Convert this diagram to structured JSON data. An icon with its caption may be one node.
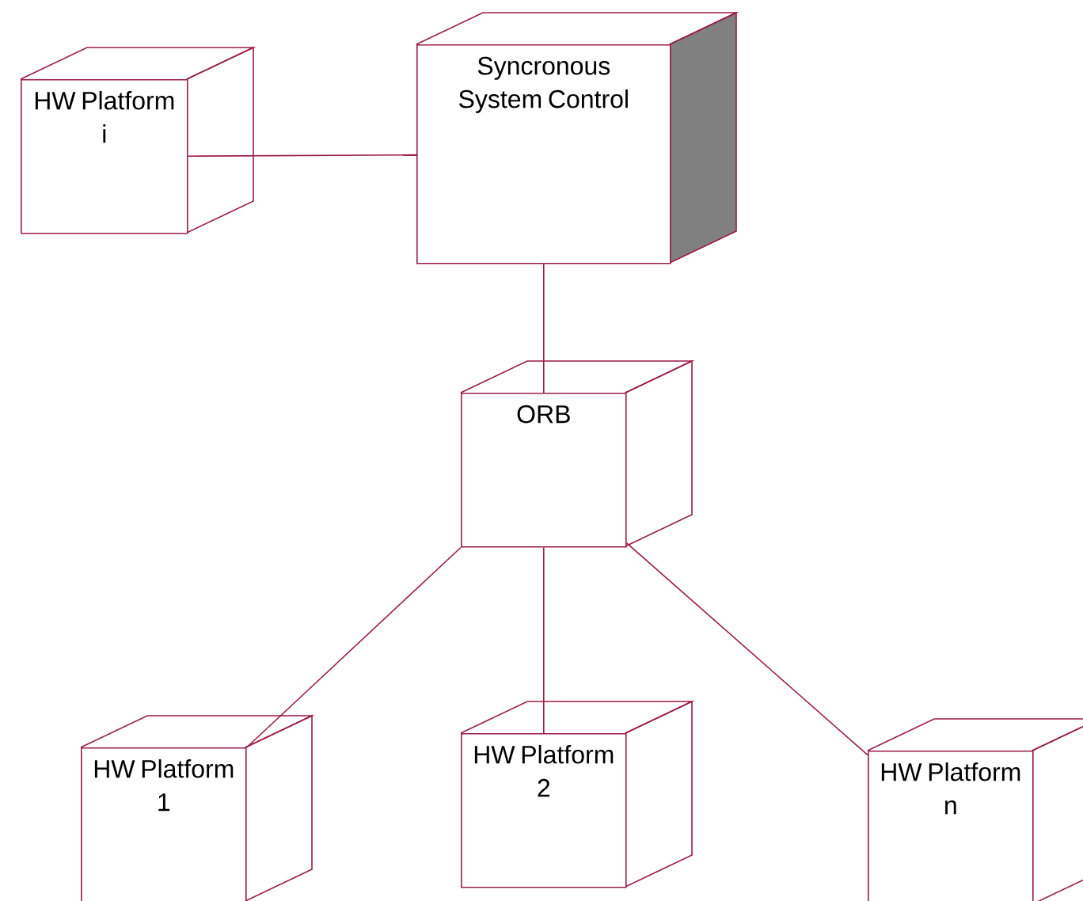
{
  "diagram": {
    "nodes": [
      {
        "text": [
          "HW Platform i"
        ]
      },
      {
        "text": [
          "Syncronous System Control"
        ]
      },
      {
        "text": [
          "ORB"
        ]
      },
      {
        "text": [
          "HW Platform 1"
        ]
      },
      {
        "text": [
          "HW Platform 2"
        ]
      },
      {
        "text": [
          "HW Platform n"
        ]
      }
    ],
    "edges": [
      {
        "from": 0,
        "to": 1,
        "arrow": "none"
      },
      {
        "from": 1,
        "to": 2,
        "arrow": "none"
      },
      {
        "from": 2,
        "to": 3,
        "arrow": "none"
      },
      {
        "from": 2,
        "to": 4,
        "arrow": "none"
      },
      {
        "from": 2,
        "to": 5,
        "arrow": "none"
      }
    ]
  }
}
